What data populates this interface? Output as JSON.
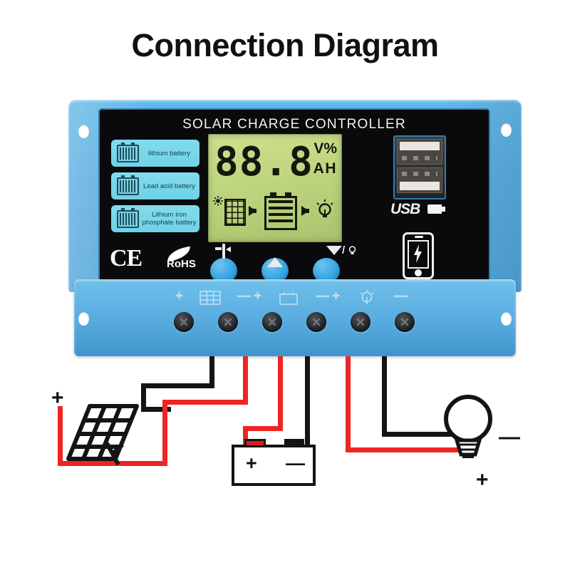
{
  "page": {
    "title": "Connection Diagram",
    "background": "#ffffff"
  },
  "controller": {
    "panel_title": "SOLAR CHARGE CONTROLLER",
    "case_color": "#59ade0",
    "panel_color": "#0a0a0c",
    "battery_type_buttons": [
      {
        "label": "lithium battery",
        "icon": "battery-icon"
      },
      {
        "label": "Lead acid battery",
        "icon": "battery-icon"
      },
      {
        "label": "Lithium iron phosphate battery",
        "icon": "battery-icon"
      }
    ],
    "lcd": {
      "value": "88.8",
      "unit_top": "V%",
      "unit_bottom": "AH",
      "backlight_color": "#bcd37d",
      "flow_icons": [
        "sun-icon",
        "solar-panel-icon",
        "arrow-right-icon",
        "battery-icon",
        "arrow-right-icon",
        "light-bulb-icon"
      ]
    },
    "control_buttons": [
      {
        "icon": "select-battery-icon",
        "name": "menu-select-button"
      },
      {
        "icon": "up-arrow-plus-icon",
        "name": "increase-button"
      },
      {
        "icon": "down-arrow-light-icon",
        "name": "decrease-load-button"
      }
    ],
    "certifications": [
      {
        "label": "CE",
        "icon": "ce-mark-icon"
      },
      {
        "label": "RoHS",
        "icon": "rohs-leaf-icon"
      }
    ],
    "usb": {
      "label": "USB",
      "ports": 2,
      "plug_icon": "usb-plug-icon"
    },
    "phone_charge_icon": "phone-charging-icon",
    "terminals": [
      {
        "group": "solar-panel",
        "icon": "solar-panel-icon",
        "plus": "+",
        "minus": "—"
      },
      {
        "group": "battery",
        "icon": "battery-icon",
        "plus": "+",
        "minus": "—"
      },
      {
        "group": "load",
        "icon": "light-bulb-icon",
        "plus": "+",
        "minus": "—"
      }
    ]
  },
  "wiring": {
    "positive_wire_color": "#ef2424",
    "negative_wire_color": "#141414",
    "devices": [
      {
        "name": "solar-panel",
        "icon": "solar-panel-icon",
        "labels": {
          "plus": "+"
        }
      },
      {
        "name": "battery",
        "icon": "battery-icon",
        "labels": {
          "plus": "+",
          "minus": "—"
        }
      },
      {
        "name": "light-bulb-load",
        "icon": "light-bulb-icon",
        "labels": {
          "plus": "+",
          "minus": "—"
        }
      }
    ]
  }
}
